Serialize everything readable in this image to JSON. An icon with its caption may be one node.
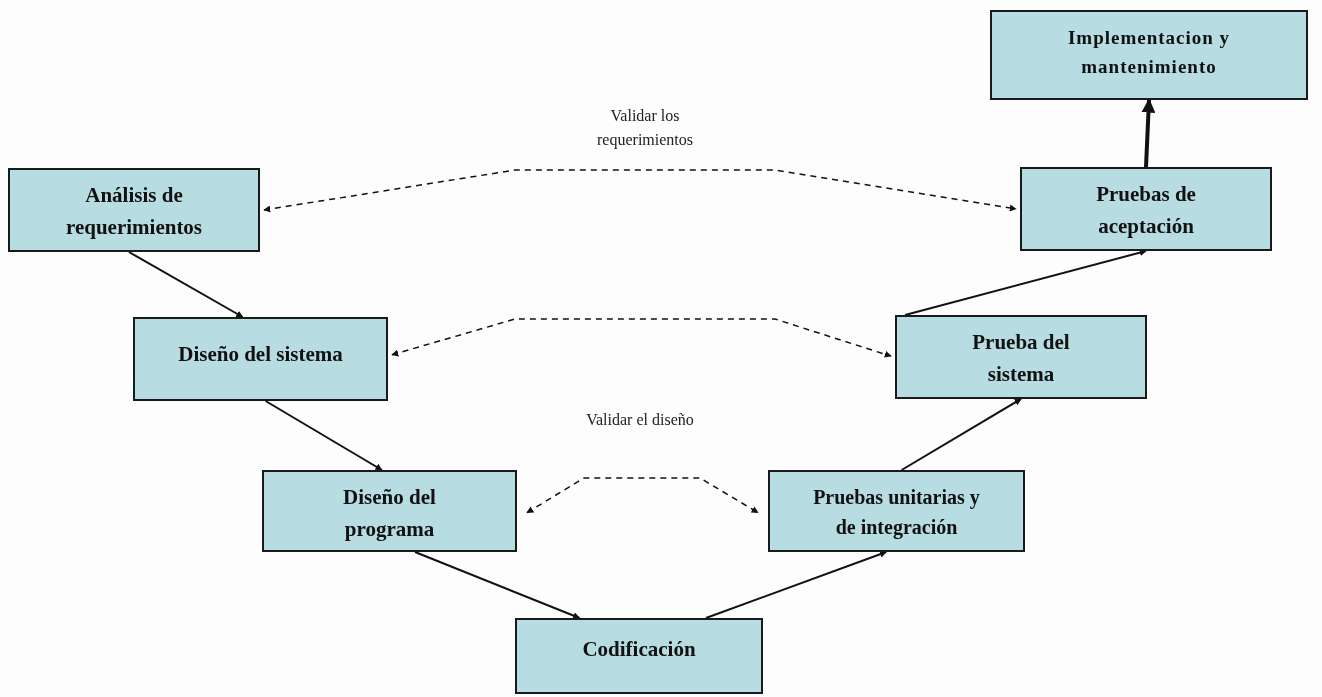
{
  "diagram": {
    "nodes": [
      {
        "text": [
          "Implementacion y mantenimiento"
        ]
      },
      {
        "text": [
          "Análisis de requerimientos"
        ]
      },
      {
        "text": [
          "Pruebas de aceptación"
        ]
      },
      {
        "text": [
          "Diseño del sistema"
        ]
      },
      {
        "text": [
          "Prueba del sistema"
        ]
      },
      {
        "text": [
          "Diseño del programa"
        ]
      },
      {
        "text": [
          "Pruebas unitarias y de integración"
        ]
      },
      {
        "text": [
          "Codificación"
        ]
      }
    ],
    "edges": [
      {
        "from": 1,
        "to": 3,
        "arrow": "to"
      },
      {
        "from": 3,
        "to": 5,
        "arrow": "to"
      },
      {
        "from": 5,
        "to": 7,
        "arrow": "to"
      },
      {
        "from": 7,
        "to": 6,
        "arrow": "to"
      },
      {
        "from": 6,
        "to": 4,
        "arrow": "to"
      },
      {
        "from": 4,
        "to": 2,
        "arrow": "to"
      },
      {
        "from": 2,
        "to": 0,
        "arrow": "to",
        "style": "thick"
      },
      {
        "from": 1,
        "to": 2,
        "arrow": "both",
        "style": "dashed",
        "label": "Validar los requerimientos"
      },
      {
        "from": 3,
        "to": 4,
        "arrow": "both",
        "style": "dashed"
      },
      {
        "from": 5,
        "to": 6,
        "arrow": "both",
        "style": "dashed",
        "label": "Validar el diseño"
      }
    ]
  }
}
